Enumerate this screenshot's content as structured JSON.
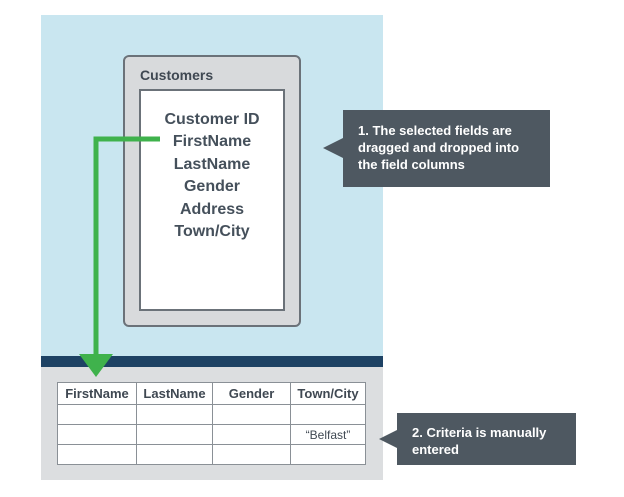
{
  "table": {
    "title": "Customers",
    "fields": [
      "Customer ID",
      "FirstName",
      "LastName",
      "Gender",
      "Address",
      "Town/City"
    ]
  },
  "callouts": {
    "step1": "1. The selected fields are dragged and dropped into the field columns",
    "step2": "2. Criteria is manually entered"
  },
  "grid": {
    "columns": [
      "FirstName",
      "LastName",
      "Gender",
      "Town/City"
    ],
    "criteria": [
      "",
      "",
      "",
      "“Belfast”"
    ]
  },
  "colors": {
    "design_pane": "#c9e6f0",
    "divider": "#1e4264",
    "arrow": "#3fb24c",
    "callout": "#4e5861"
  }
}
